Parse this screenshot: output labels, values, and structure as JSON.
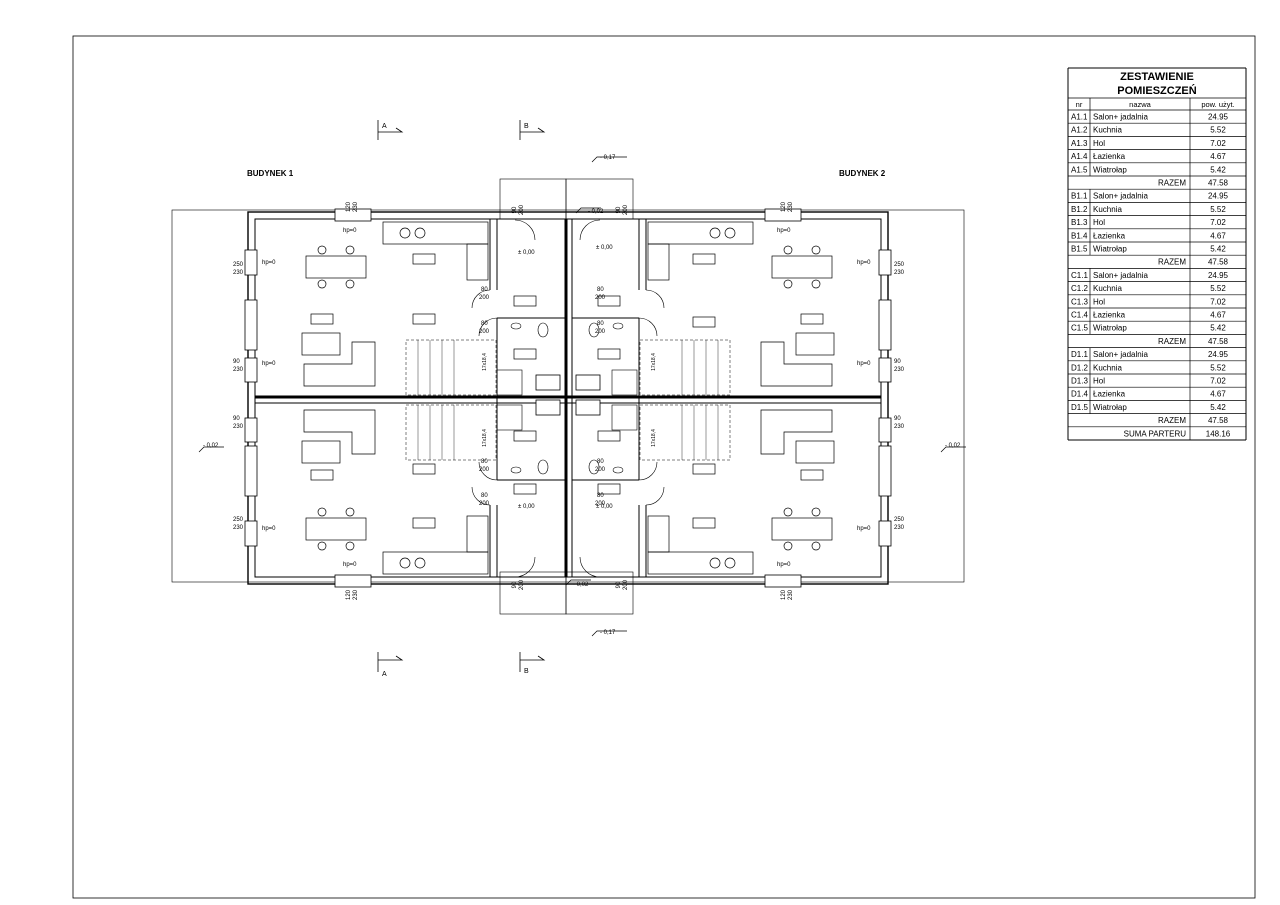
{
  "buildings": {
    "b1": "BUDYNEK 1",
    "b2": "BUDYNEK 2"
  },
  "sections": {
    "a": "A",
    "b": "B"
  },
  "levels": {
    "zero": "± 0,00",
    "minus002": "- 0,02",
    "minus017": "- 0,17",
    "hp": "hp=0"
  },
  "dims": {
    "d80": "80",
    "d200": "200",
    "d90": "90",
    "d250": "250",
    "d230": "230",
    "d120": "120"
  },
  "stairs": "17x18,4",
  "rooms": {
    "A1.1": "A1.1",
    "A1.2": "A1.2",
    "A1.3": "A1.3",
    "A1.4": "A1.4",
    "A1.5": "A1.5",
    "B1.1": "B1.1",
    "B1.2": "B1.2",
    "B1.3": "B1.3",
    "B1.4": "B1.4",
    "B1.5": "B1.5",
    "C1.1": "C1.1",
    "C1.2": "C1.2",
    "C1.3": "C1.3",
    "C1.4": "C1.4",
    "C1.5": "C1.5",
    "D1.1": "D1.1",
    "D1.2": "D1.2",
    "D1.3": "D1.3",
    "D1.4": "D1.4",
    "D1.5": "D1.5"
  },
  "table": {
    "title_line1": "ZESTAWIENIE",
    "title_line2": "POMIESZCZEŃ",
    "headers": [
      "nr",
      "nazwa",
      "pow. użyt."
    ],
    "rows": [
      [
        "A1.1",
        "Salon+ jadalnia",
        "24.95"
      ],
      [
        "A1.2",
        "Kuchnia",
        "5.52"
      ],
      [
        "A1.3",
        "Hol",
        "7.02"
      ],
      [
        "A1.4",
        "Łazienka",
        "4.67"
      ],
      [
        "A1.5",
        "Wiatrołap",
        "5.42"
      ],
      [
        "",
        "RAZEM",
        "47.58"
      ],
      [
        "B1.1",
        "Salon+ jadalnia",
        "24.95"
      ],
      [
        "B1.2",
        "Kuchnia",
        "5.52"
      ],
      [
        "B1.3",
        "Hol",
        "7.02"
      ],
      [
        "B1.4",
        "Łazienka",
        "4.67"
      ],
      [
        "B1.5",
        "Wiatrołap",
        "5.42"
      ],
      [
        "",
        "RAZEM",
        "47.58"
      ],
      [
        "C1.1",
        "Salon+ jadalnia",
        "24.95"
      ],
      [
        "C1.2",
        "Kuchnia",
        "5.52"
      ],
      [
        "C1.3",
        "Hol",
        "7.02"
      ],
      [
        "C1.4",
        "Łazienka",
        "4.67"
      ],
      [
        "C1.5",
        "Wiatrołap",
        "5.42"
      ],
      [
        "",
        "RAZEM",
        "47.58"
      ],
      [
        "D1.1",
        "Salon+ jadalnia",
        "24.95"
      ],
      [
        "D1.2",
        "Kuchnia",
        "5.52"
      ],
      [
        "D1.3",
        "Hol",
        "7.02"
      ],
      [
        "D1.4",
        "Łazienka",
        "4.67"
      ],
      [
        "D1.5",
        "Wiatrołap",
        "5.42"
      ],
      [
        "",
        "RAZEM",
        "47.58"
      ],
      [
        "",
        "SUMA PARTERU",
        "148.16"
      ]
    ]
  }
}
